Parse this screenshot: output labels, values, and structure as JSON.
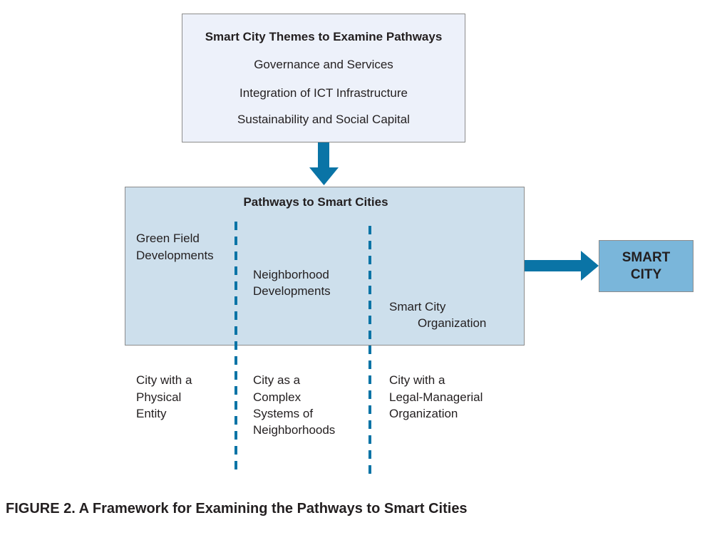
{
  "themes": {
    "title": "Smart City Themes to Examine Pathways",
    "items": [
      "Governance and Services",
      "Integration of ICT Infrastructure",
      "Sustainability and Social Capital"
    ]
  },
  "pathways": {
    "title": "Pathways to Smart Cities",
    "columns": [
      {
        "line1": "Green Field",
        "line2": "Developments"
      },
      {
        "line1": "Neighborhood",
        "line2": "Developments"
      },
      {
        "line1": "Smart City",
        "line2": "Organization"
      }
    ]
  },
  "smart_city": {
    "label": "SMART\nCITY"
  },
  "descriptions": [
    [
      "City with a",
      "Physical",
      "Entity"
    ],
    [
      "City as a",
      "Complex",
      "Systems of",
      "Neighborhoods"
    ],
    [
      "City with a",
      "Legal-Managerial",
      "Organization"
    ]
  ],
  "caption": "FIGURE 2.  A Framework for Examining the Pathways to Smart Cities",
  "colors": {
    "arrow": "#0a74a6",
    "themes_fill": "#edf1fa",
    "pathways_fill": "#cddfec",
    "smart_city_fill": "#7ab6da"
  }
}
